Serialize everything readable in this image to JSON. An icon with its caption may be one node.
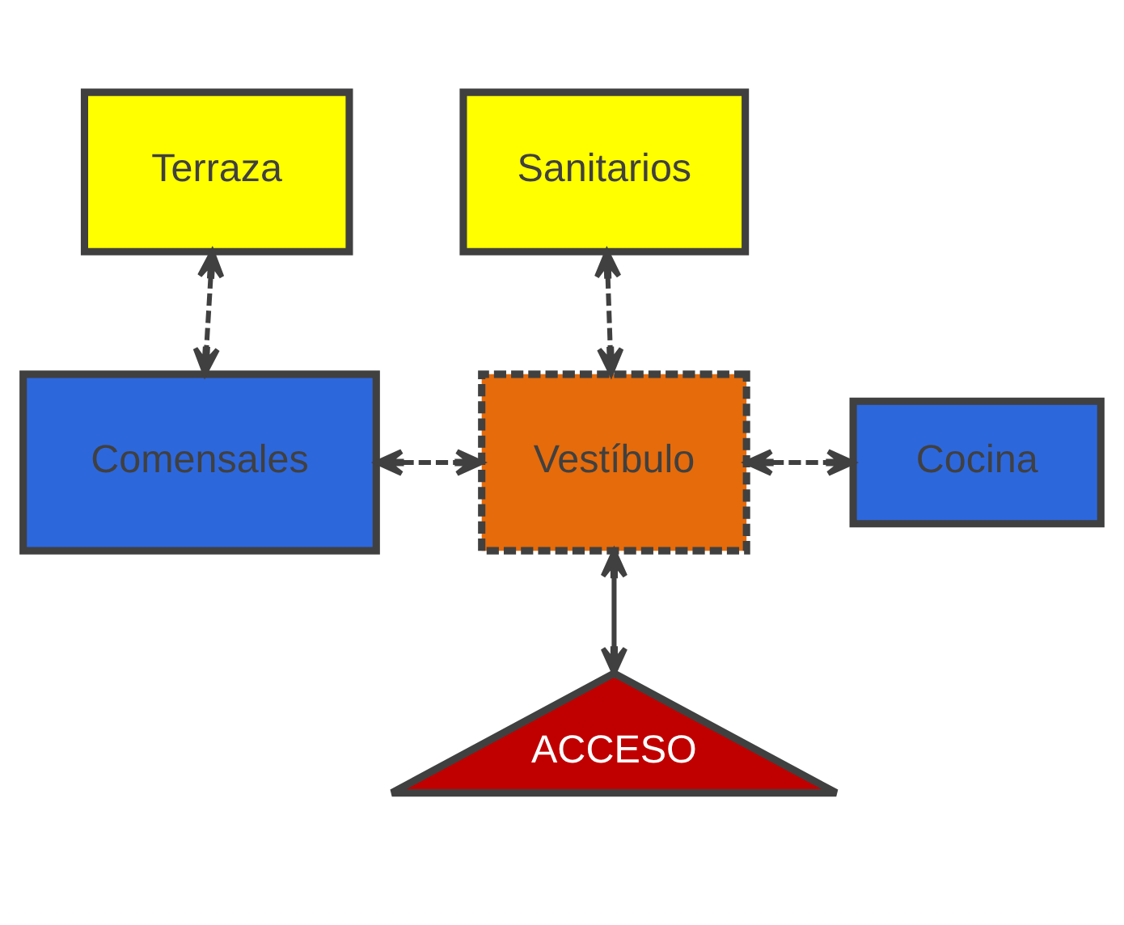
{
  "diagram": {
    "nodes": [
      {
        "text": [
          "Terraza"
        ]
      },
      {
        "text": [
          "Sanitarios"
        ]
      },
      {
        "text": [
          "Comensales"
        ]
      },
      {
        "text": [
          "Vestíbulo"
        ]
      },
      {
        "text": [
          "Cocina"
        ]
      },
      {
        "text": [
          "ACCESO"
        ]
      }
    ],
    "edges": [
      {
        "from": 0,
        "to": 2,
        "arrow": "both",
        "style": "dashed"
      },
      {
        "from": 1,
        "to": 3,
        "arrow": "both",
        "style": "dashed"
      },
      {
        "from": 2,
        "to": 3,
        "arrow": "both",
        "style": "dashed"
      },
      {
        "from": 3,
        "to": 4,
        "arrow": "both",
        "style": "dashed"
      },
      {
        "from": 3,
        "to": 5,
        "arrow": "both"
      }
    ]
  }
}
